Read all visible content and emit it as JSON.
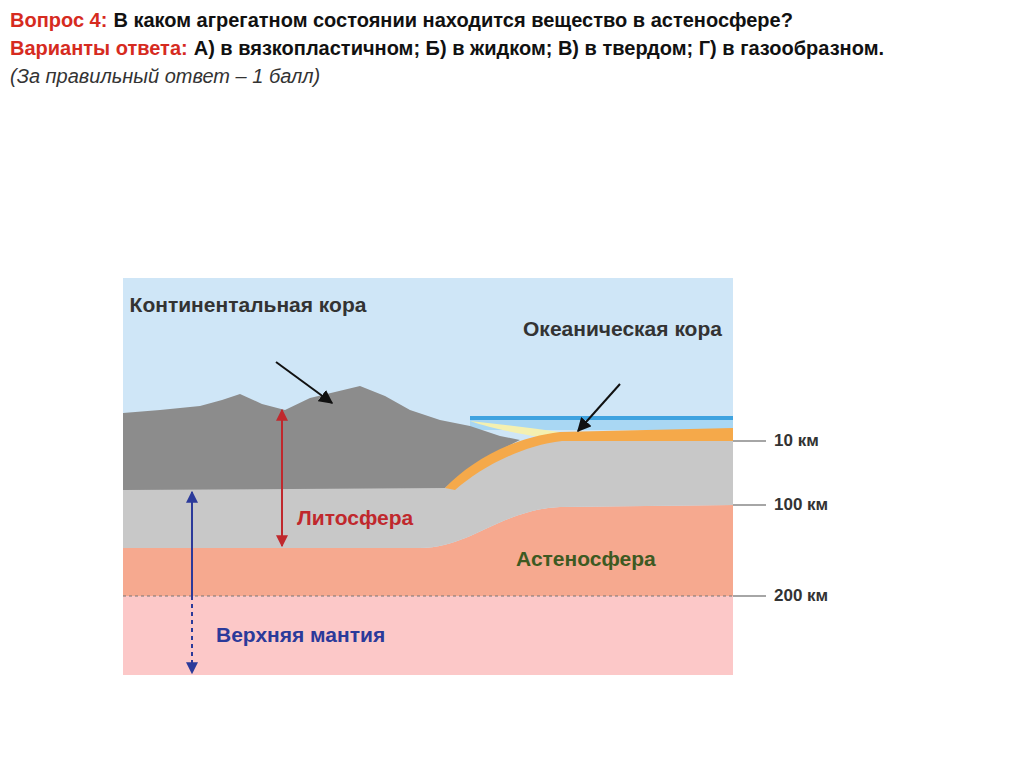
{
  "diagram": {
    "labels": [
      "Вопрос 4:",
      "В каком агрегатном состоянии находится вещество в астеносфере?",
      "Варианты ответа:",
      "А) в вязкопластичном; Б) в жидком; В) в твердом; Г) в газообразном.",
      "(За правильный ответ – 1 балл)",
      "Континентальная кора",
      "Океаническая кора",
      "Литосфера",
      "Астеносфера",
      "Верхняя мантия",
      "10 км",
      "100 км",
      "200 км"
    ]
  }
}
